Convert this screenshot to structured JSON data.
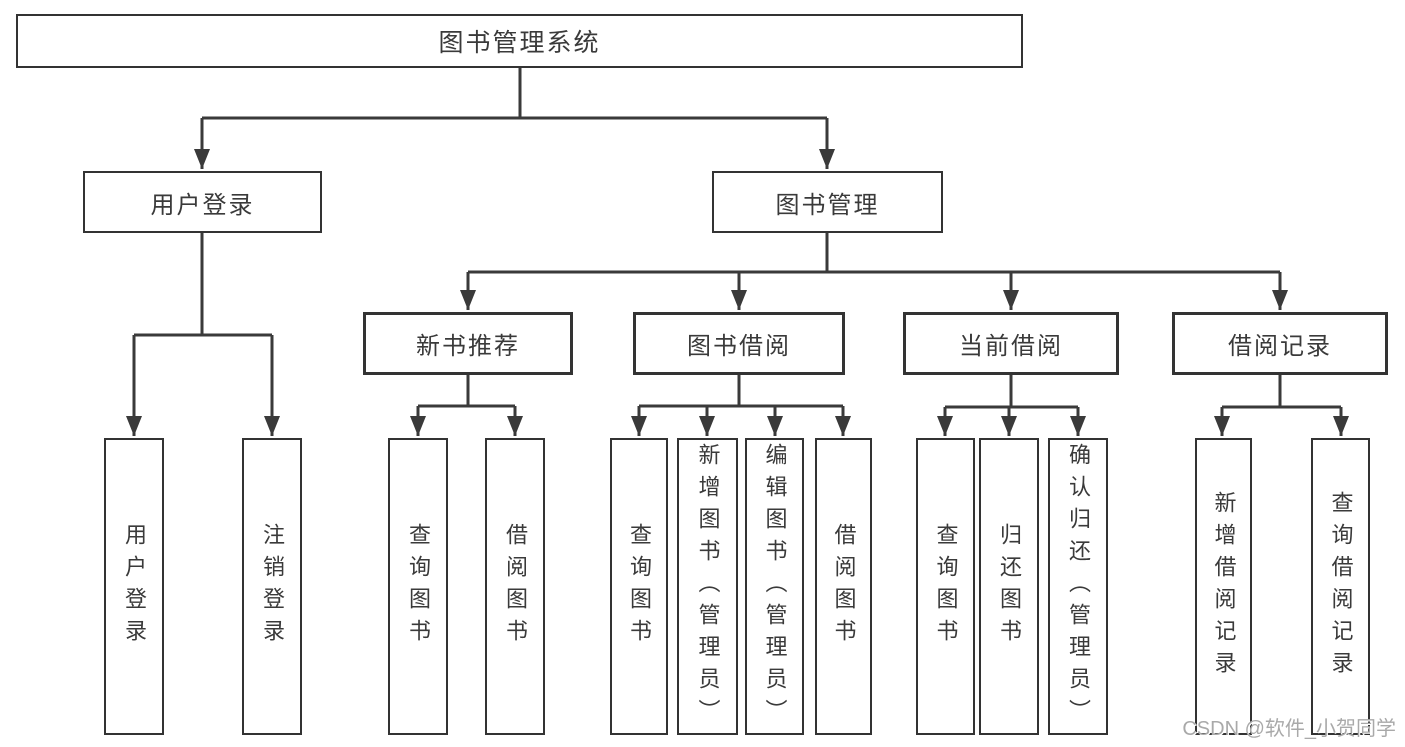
{
  "diagram": {
    "root": {
      "label": "图书管理系统"
    },
    "branches": [
      {
        "label": "用户登录",
        "children": [
          {
            "label": "用户登录"
          },
          {
            "label": "注销登录"
          }
        ]
      },
      {
        "label": "图书管理",
        "groups": [
          {
            "label": "新书推荐",
            "children": [
              {
                "label": "查询图书"
              },
              {
                "label": "借阅图书"
              }
            ]
          },
          {
            "label": "图书借阅",
            "children": [
              {
                "label": "查询图书"
              },
              {
                "label": "新增图书（管理员）"
              },
              {
                "label": "编辑图书（管理员）"
              },
              {
                "label": "借阅图书"
              }
            ]
          },
          {
            "label": "当前借阅",
            "children": [
              {
                "label": "查询图书"
              },
              {
                "label": "归还图书"
              },
              {
                "label": "确认归还（管理员）"
              }
            ]
          },
          {
            "label": "借阅记录",
            "children": [
              {
                "label": "新增借阅记录"
              },
              {
                "label": "查询借阅记录"
              }
            ]
          }
        ]
      }
    ]
  },
  "watermark": "CSDN @软件_小贺同学",
  "colors": {
    "line": "#3a3a3a",
    "box_border": "#333333",
    "text": "#3a3a3a",
    "watermark": "#a9a9a9",
    "background": "#ffffff"
  }
}
